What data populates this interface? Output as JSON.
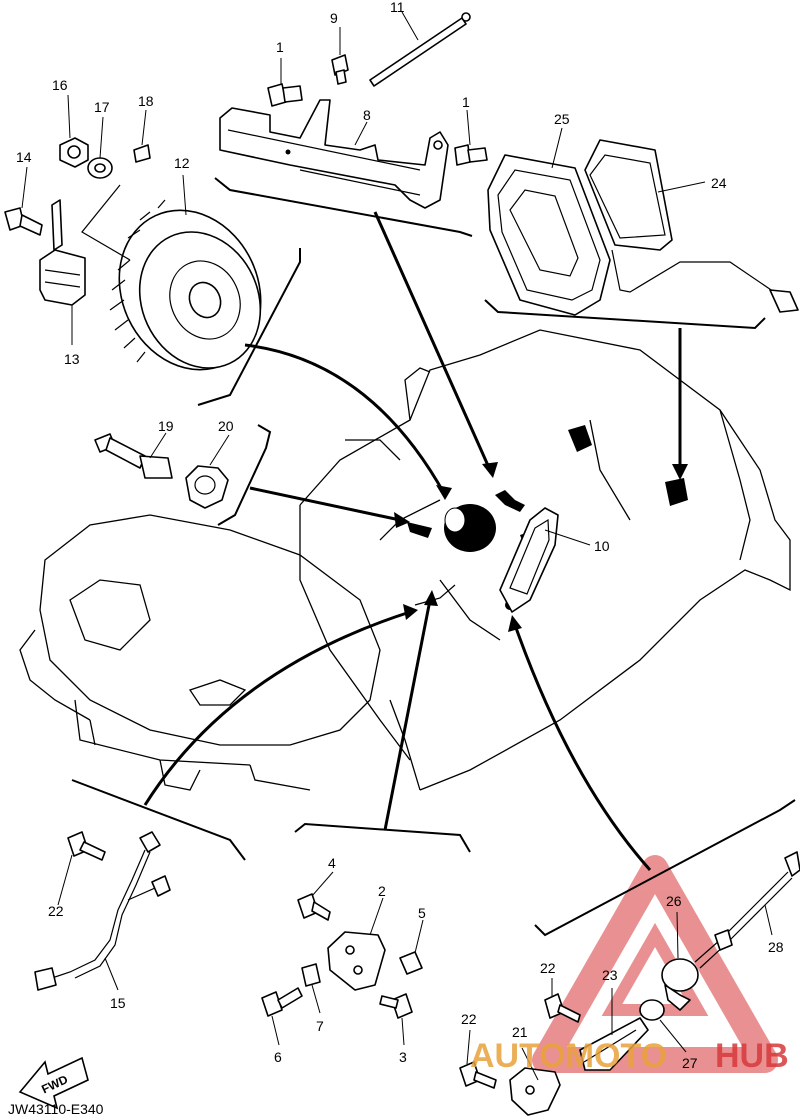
{
  "diagram": {
    "reference_code": "JW43110-E340",
    "fwd_label": "FWD",
    "watermark": {
      "brand_left": "AUTOMOTO",
      "brand_right": "HUB",
      "color_primary": "#e8a23a",
      "color_secondary": "#d8393a"
    },
    "callouts": [
      {
        "id": "c1a",
        "label": "1"
      },
      {
        "id": "c1b",
        "label": "1"
      },
      {
        "id": "c2",
        "label": "2"
      },
      {
        "id": "c3",
        "label": "3"
      },
      {
        "id": "c4",
        "label": "4"
      },
      {
        "id": "c5",
        "label": "5"
      },
      {
        "id": "c6",
        "label": "6"
      },
      {
        "id": "c7",
        "label": "7"
      },
      {
        "id": "c8",
        "label": "8"
      },
      {
        "id": "c9",
        "label": "9"
      },
      {
        "id": "c10",
        "label": "10"
      },
      {
        "id": "c11",
        "label": "11"
      },
      {
        "id": "c12",
        "label": "12"
      },
      {
        "id": "c13",
        "label": "13"
      },
      {
        "id": "c14",
        "label": "14"
      },
      {
        "id": "c15",
        "label": "15"
      },
      {
        "id": "c16",
        "label": "16"
      },
      {
        "id": "c17",
        "label": "17"
      },
      {
        "id": "c18",
        "label": "18"
      },
      {
        "id": "c19",
        "label": "19"
      },
      {
        "id": "c20",
        "label": "20"
      },
      {
        "id": "c21",
        "label": "21"
      },
      {
        "id": "c22a",
        "label": "22"
      },
      {
        "id": "c22b",
        "label": "22"
      },
      {
        "id": "c22c",
        "label": "22"
      },
      {
        "id": "c23",
        "label": "23"
      },
      {
        "id": "c24",
        "label": "24"
      },
      {
        "id": "c25",
        "label": "25"
      },
      {
        "id": "c26",
        "label": "26"
      },
      {
        "id": "c27",
        "label": "27"
      },
      {
        "id": "c28",
        "label": "28"
      }
    ]
  }
}
